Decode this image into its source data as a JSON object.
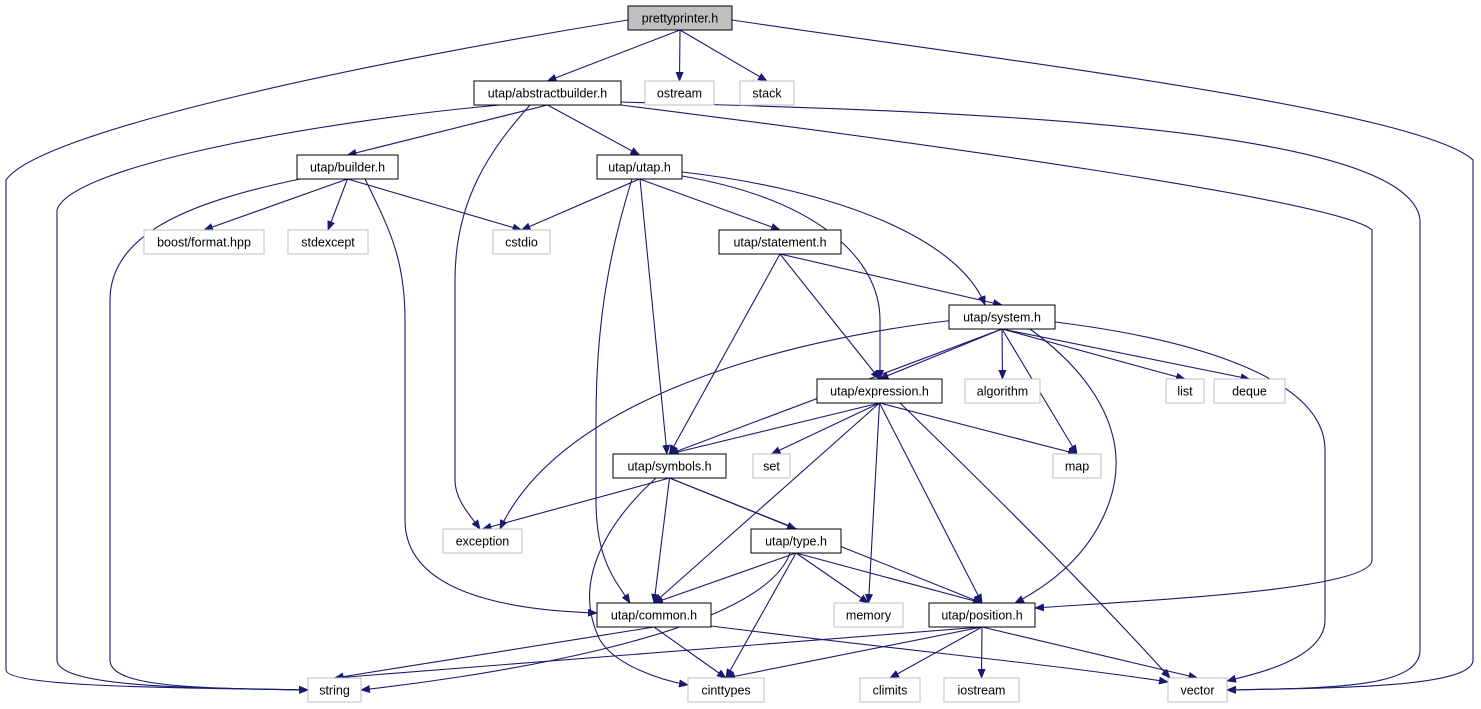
{
  "graph": {
    "nodes": [
      {
        "id": "prettyprinter",
        "label": "prettyprinter.h",
        "kind": "root"
      },
      {
        "id": "abstractbuilder",
        "label": "utap/abstractbuilder.h",
        "kind": "local"
      },
      {
        "id": "ostream",
        "label": "ostream",
        "kind": "ext"
      },
      {
        "id": "stack",
        "label": "stack",
        "kind": "ext"
      },
      {
        "id": "builder",
        "label": "utap/builder.h",
        "kind": "local"
      },
      {
        "id": "utap",
        "label": "utap/utap.h",
        "kind": "local"
      },
      {
        "id": "boostformat",
        "label": "boost/format.hpp",
        "kind": "ext"
      },
      {
        "id": "stdexcept",
        "label": "stdexcept",
        "kind": "ext"
      },
      {
        "id": "cstdio",
        "label": "cstdio",
        "kind": "ext"
      },
      {
        "id": "statement",
        "label": "utap/statement.h",
        "kind": "local"
      },
      {
        "id": "system",
        "label": "utap/system.h",
        "kind": "local"
      },
      {
        "id": "expression",
        "label": "utap/expression.h",
        "kind": "local"
      },
      {
        "id": "algorithm",
        "label": "algorithm",
        "kind": "ext"
      },
      {
        "id": "list",
        "label": "list",
        "kind": "ext"
      },
      {
        "id": "deque",
        "label": "deque",
        "kind": "ext"
      },
      {
        "id": "symbols",
        "label": "utap/symbols.h",
        "kind": "local"
      },
      {
        "id": "set",
        "label": "set",
        "kind": "ext"
      },
      {
        "id": "map",
        "label": "map",
        "kind": "ext"
      },
      {
        "id": "exception",
        "label": "exception",
        "kind": "ext"
      },
      {
        "id": "type",
        "label": "utap/type.h",
        "kind": "local"
      },
      {
        "id": "common",
        "label": "utap/common.h",
        "kind": "local"
      },
      {
        "id": "memory",
        "label": "memory",
        "kind": "ext"
      },
      {
        "id": "position",
        "label": "utap/position.h",
        "kind": "local"
      },
      {
        "id": "string",
        "label": "string",
        "kind": "ext"
      },
      {
        "id": "cinttypes",
        "label": "cinttypes",
        "kind": "ext"
      },
      {
        "id": "climits",
        "label": "climits",
        "kind": "ext"
      },
      {
        "id": "iostream",
        "label": "iostream",
        "kind": "ext"
      },
      {
        "id": "vector",
        "label": "vector",
        "kind": "ext"
      }
    ],
    "edges": [
      [
        "prettyprinter",
        "abstractbuilder"
      ],
      [
        "prettyprinter",
        "ostream"
      ],
      [
        "prettyprinter",
        "stack"
      ],
      [
        "prettyprinter",
        "string"
      ],
      [
        "prettyprinter",
        "vector"
      ],
      [
        "abstractbuilder",
        "builder"
      ],
      [
        "abstractbuilder",
        "utap"
      ],
      [
        "abstractbuilder",
        "string"
      ],
      [
        "abstractbuilder",
        "exception"
      ],
      [
        "abstractbuilder",
        "position"
      ],
      [
        "abstractbuilder",
        "vector"
      ],
      [
        "builder",
        "boostformat"
      ],
      [
        "builder",
        "stdexcept"
      ],
      [
        "builder",
        "cstdio"
      ],
      [
        "builder",
        "string"
      ],
      [
        "builder",
        "common"
      ],
      [
        "utap",
        "cstdio"
      ],
      [
        "utap",
        "statement"
      ],
      [
        "utap",
        "system"
      ],
      [
        "utap",
        "expression"
      ],
      [
        "utap",
        "symbols"
      ],
      [
        "utap",
        "common"
      ],
      [
        "statement",
        "system"
      ],
      [
        "statement",
        "expression"
      ],
      [
        "statement",
        "symbols"
      ],
      [
        "system",
        "expression"
      ],
      [
        "system",
        "algorithm"
      ],
      [
        "system",
        "list"
      ],
      [
        "system",
        "deque"
      ],
      [
        "system",
        "symbols"
      ],
      [
        "system",
        "exception"
      ],
      [
        "system",
        "map"
      ],
      [
        "system",
        "position"
      ],
      [
        "system",
        "vector"
      ],
      [
        "expression",
        "symbols"
      ],
      [
        "expression",
        "set"
      ],
      [
        "expression",
        "map"
      ],
      [
        "expression",
        "common"
      ],
      [
        "expression",
        "memory"
      ],
      [
        "expression",
        "position"
      ],
      [
        "expression",
        "vector"
      ],
      [
        "symbols",
        "exception"
      ],
      [
        "symbols",
        "type"
      ],
      [
        "symbols",
        "common"
      ],
      [
        "symbols",
        "position"
      ],
      [
        "symbols",
        "cinttypes"
      ],
      [
        "type",
        "common"
      ],
      [
        "type",
        "memory"
      ],
      [
        "type",
        "position"
      ],
      [
        "type",
        "string"
      ],
      [
        "type",
        "cinttypes"
      ],
      [
        "common",
        "string"
      ],
      [
        "common",
        "cinttypes"
      ],
      [
        "common",
        "vector"
      ],
      [
        "position",
        "string"
      ],
      [
        "position",
        "cinttypes"
      ],
      [
        "position",
        "climits"
      ],
      [
        "position",
        "iostream"
      ],
      [
        "position",
        "vector"
      ]
    ]
  },
  "colors": {
    "edge": "#191970",
    "local_border": "#000000",
    "ext_border": "#bfbfbf",
    "root_fill": "#bfbfbf"
  }
}
